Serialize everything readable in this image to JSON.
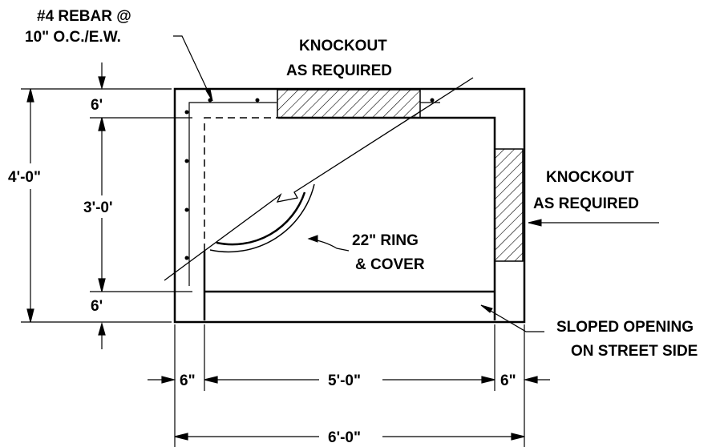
{
  "labels": {
    "rebar_line1": "#4 REBAR @",
    "rebar_line2": "10\" O.C./E.W.",
    "knockout_top_line1": "KNOCKOUT",
    "knockout_top_line2": "AS REQUIRED",
    "knockout_right_line1": "KNOCKOUT",
    "knockout_right_line2": "AS REQUIRED",
    "ring_line1": "22\" RING",
    "ring_line2": "& COVER",
    "sloped_line1": "SLOPED OPENING",
    "sloped_line2": "ON STREET SIDE"
  },
  "dimensions": {
    "left_wall_top": "6'",
    "inner_height": "3'-0'",
    "overall_height": "4'-0\"",
    "left_wall_bottom": "6'",
    "wall_left": "6\"",
    "inner_width": "5'-0\"",
    "wall_right": "6\"",
    "overall_width": "6'-0\""
  },
  "colors": {
    "line": "#000000",
    "background": "#ffffff"
  }
}
